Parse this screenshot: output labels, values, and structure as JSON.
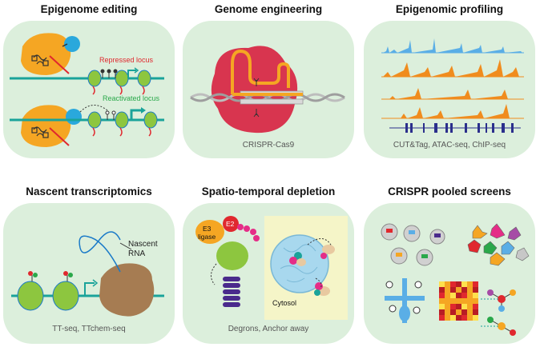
{
  "panels": {
    "epigenome_editing": {
      "title": "Epigenome editing",
      "repressed_label": "Repressed locus",
      "reactivated_label": "Reactivated locus"
    },
    "genome_engineering": {
      "title": "Genome engineering",
      "caption": "CRISPR-Cas9"
    },
    "epigenomic_profiling": {
      "title": "Epigenomic profiling",
      "caption": "CUT&Tag, ATAC-seq, ChIP-seq"
    },
    "nascent_transcriptomics": {
      "title": "Nascent transcriptomics",
      "rna_label_line1": "Nascent",
      "rna_label_line2": "RNA",
      "caption": "TT-seq, TTchem-seq"
    },
    "spatio_temporal_depletion": {
      "title": "Spatio-temporal depletion",
      "e3_line1": "E3",
      "e3_line2": "ligase",
      "e2_label": "E2",
      "cytosol_label": "Cytosol",
      "caption": "Degrons, Anchor away"
    },
    "crispr_pooled_screens": {
      "title": "CRISPR pooled screens"
    }
  },
  "colors": {
    "panel_bg": "#dcefdc",
    "dna": "#1aa39a",
    "repressed": "#e0282e",
    "reactivated": "#2aa84a",
    "orange": "#f5a623",
    "cas9": "#d8354f",
    "nucleosome": "#8dc63f",
    "track_blue": "#5aaee6",
    "track_orange": "#f08c1e"
  }
}
